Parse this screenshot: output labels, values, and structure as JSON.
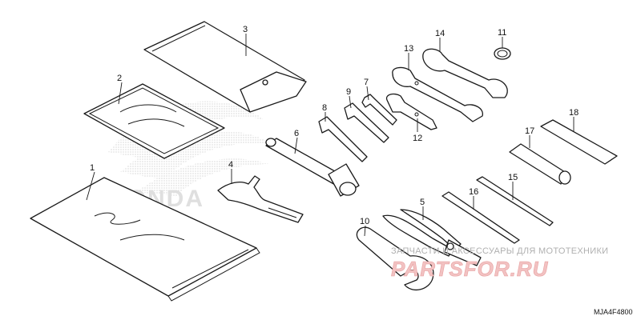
{
  "callouts": [
    "1",
    "2",
    "3",
    "4",
    "5",
    "6",
    "7",
    "8",
    "9",
    "10",
    "11",
    "12",
    "13",
    "14",
    "15",
    "16",
    "17",
    "18"
  ],
  "diagram_code": "MJA4F4800",
  "watermark": {
    "caption": "ЗАПЧАСТИ И АКСЕССУАРЫ ДЛЯ МОТОТЕХНИКИ",
    "site": "PARTSFOR.RU"
  },
  "logo_text": "HONDA"
}
